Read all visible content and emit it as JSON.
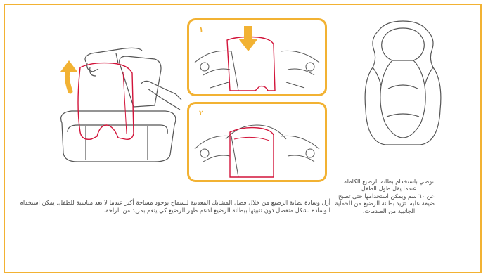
{
  "colors": {
    "frame": "#f2b233",
    "pillow_outline": "#d2143a",
    "line_art": "#555555",
    "arrow": "#f2b233"
  },
  "steps": [
    {
      "number": "١",
      "icon": "down-arrow-icon"
    },
    {
      "number": "٢",
      "icon": "pillow-attached"
    }
  ],
  "left_caption": "أزل وسادة بطانة الرضيع من خلال فصل المشابك المعدنية للسماح بوجود مساحة أكبر عندما لا تعد مناسبة للطفل. يمكن استخدام الوسادة بشكل منفصل دون تثبيتها ببطانة الرضيع لدعم ظهر الرضيع كي ينعم بمزيد من الراحة.",
  "right_caption_lines": [
    "نوصي باستخدام بطانة الرضيع الكاملة",
    "عندما يقل طول الطفل",
    "عن ٦٠ سم ويمكن استخدامها حتى تصبح",
    "ضيقة عليه. تزيد بطانة الرضيع من الحماية",
    "الجانبية من الصدمات."
  ]
}
